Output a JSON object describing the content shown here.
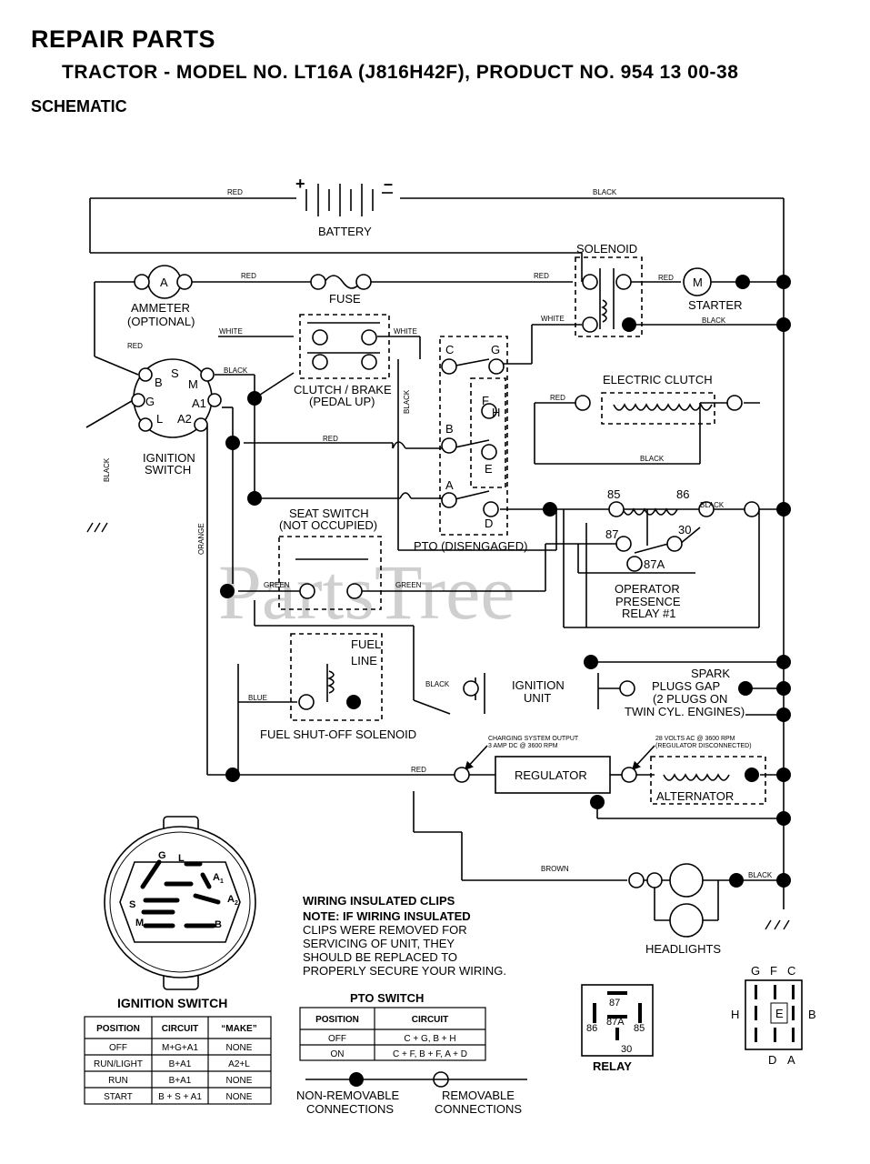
{
  "header": {
    "title": "REPAIR PARTS",
    "subtitle": "TRACTOR - MODEL NO. LT16A (J816H42F),   PRODUCT NO. 954 13 00-38",
    "section": "SCHEMATIC"
  },
  "watermark": "PartsTree",
  "components": {
    "battery": "BATTERY",
    "battery_plus": "+",
    "battery_minus": "–",
    "solenoid": "SOLENOID",
    "ammeter_line1": "AMMETER",
    "ammeter_line2": "(OPTIONAL)",
    "ammeter_symbol": "A",
    "fuse": "FUSE",
    "starter": "STARTER",
    "starter_symbol": "M",
    "clutch_brake_line1": "CLUTCH / BRAKE",
    "clutch_brake_line2": "(PEDAL UP)",
    "electric_clutch": "ELECTRIC CLUTCH",
    "ignition_switch_line1": "IGNITION",
    "ignition_switch_line2": "SWITCH",
    "seat_switch_line1": "SEAT SWITCH",
    "seat_switch_line2": "(NOT OCCUPIED)",
    "pto": "PTO (DISENGAGED)",
    "relay_line1": "OPERATOR",
    "relay_line2": "PRESENCE",
    "relay_line3": "RELAY #1",
    "fuel_line_1": "FUEL",
    "fuel_line_2": "LINE",
    "fuel_solenoid": "FUEL SHUT-OFF SOLENOID",
    "ignition_unit_1": "IGNITION",
    "ignition_unit_2": "UNIT",
    "spark_1": "SPARK",
    "spark_2": "PLUGS GAP",
    "spark_3": "(2 PLUGS ON",
    "spark_4": "TWIN CYL. ENGINES)",
    "regulator": "REGULATOR",
    "alternator": "ALTERNATOR",
    "charging_1": "CHARGING SYSTEM OUTPUT",
    "charging_2": "3 AMP DC @ 3600 RPM",
    "volts_1": "28 VOLTS AC @ 3600 RPM",
    "volts_2": "(REGULATOR DISCONNECTED)",
    "headlights": "HEADLIGHTS"
  },
  "terminals": {
    "ign_B": "B",
    "ign_S": "S",
    "ign_M": "M",
    "ign_G": "G",
    "ign_L": "L",
    "ign_A1": "A1",
    "ign_A2": "A2",
    "pto_C": "C",
    "pto_G": "G",
    "pto_F": "F",
    "pto_H": "H",
    "pto_B": "B",
    "pto_E": "E",
    "pto_A": "A",
    "pto_D": "D",
    "r85": "85",
    "r86": "86",
    "r87": "87",
    "r30": "30",
    "r87A": "87A"
  },
  "wires": {
    "red": "RED",
    "black": "BLACK",
    "white": "WHITE",
    "green": "GREEN",
    "blue": "BLUE",
    "orange": "ORANGE",
    "brown": "BROWN"
  },
  "ignition_connector": {
    "G": "G",
    "L": "L",
    "A1": "A",
    "A1_sub": "1",
    "A2": "A",
    "A2_sub": "2",
    "S": "S",
    "M": "M",
    "B": "B"
  },
  "ignition_table": {
    "title": "IGNITION SWITCH",
    "headers": [
      "POSITION",
      "CIRCUIT",
      "“MAKE”"
    ],
    "rows": [
      [
        "OFF",
        "M+G+A1",
        "NONE"
      ],
      [
        "RUN/LIGHT",
        "B+A1",
        "A2+L"
      ],
      [
        "RUN",
        "B+A1",
        "NONE"
      ],
      [
        "START",
        "B + S + A1",
        "NONE"
      ]
    ]
  },
  "note": {
    "title": "WIRING INSULATED CLIPS",
    "lines": [
      "NOTE: IF WIRING INSULATED",
      "CLIPS WERE REMOVED FOR",
      "SERVICING OF UNIT, THEY",
      "SHOULD BE REPLACED TO",
      "PROPERLY SECURE YOUR WIRING."
    ]
  },
  "pto_table": {
    "title": "PTO SWITCH",
    "headers": [
      "POSITION",
      "CIRCUIT"
    ],
    "rows": [
      [
        "OFF",
        "C + G, B + H"
      ],
      [
        "ON",
        "C + F, B + F, A + D"
      ]
    ]
  },
  "legend": {
    "non_removable_1": "NON-REMOVABLE",
    "non_removable_2": "CONNECTIONS",
    "removable_1": "REMOVABLE",
    "removable_2": "CONNECTIONS"
  },
  "relay_diagram": {
    "label": "RELAY",
    "p87": "87",
    "p87A": "87A",
    "p86": "86",
    "p85": "85",
    "p30": "30"
  },
  "pto_diagram": {
    "G": "G",
    "F": "F",
    "C": "C",
    "H": "H",
    "E": "E",
    "B": "B",
    "D": "D",
    "A": "A"
  }
}
